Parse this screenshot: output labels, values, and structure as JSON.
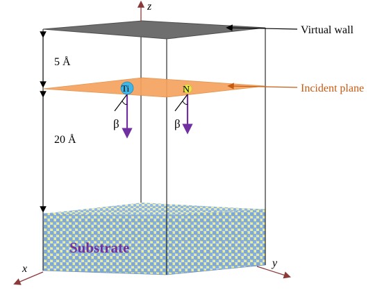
{
  "axes": {
    "z": "z",
    "x": "x",
    "y": "y"
  },
  "labels": {
    "virtual_wall": "Virtual wall",
    "incident_plane": "Incident plane",
    "gap_top": "5 Å",
    "gap_bottom": "20 Å",
    "substrate": "Substrate",
    "atom_ti": "Ti",
    "atom_n": "N",
    "angle_ti": "β",
    "angle_n": "β"
  },
  "colors": {
    "wall": "#6e6e6e",
    "plane": "#f5a35f",
    "incident_label": "#c55a11",
    "arrow": "#7030a0",
    "substrate_text": "#7030a0",
    "axis": "#8b3a3a",
    "ti_atom": "#41b6e6",
    "n_atom": "#e8e84a",
    "substrate_blue": "#8fb3d9",
    "substrate_yellow": "#f2f27a"
  }
}
